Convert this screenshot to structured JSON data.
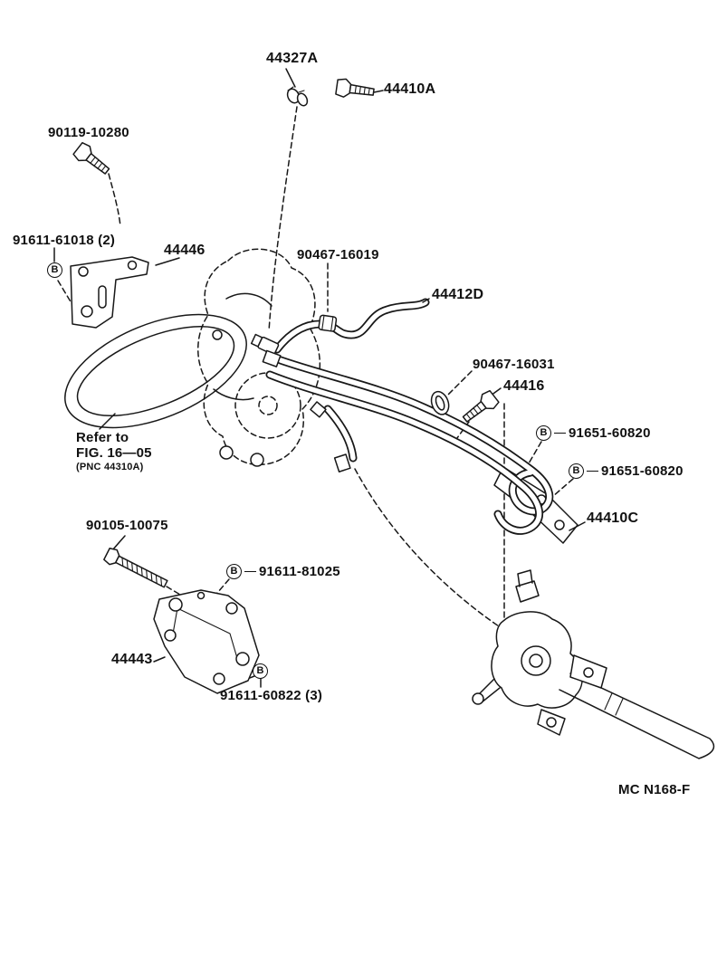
{
  "diagram": {
    "drawing_code": "MC N168-F",
    "refer_note": {
      "line1": "Refer to",
      "line2": "FIG. 16—05",
      "line3": "(PNC 44310A)"
    }
  },
  "symbols": {
    "bolt_b": "B"
  },
  "labels": {
    "p44327a": "44327A",
    "p44410a": "44410A",
    "p90119_10280": "90119-10280",
    "p91611_61018": "91611-61018 (2)",
    "p44446": "44446",
    "p90467_16019": "90467-16019",
    "p44412d": "44412D",
    "p90467_16031": "90467-16031",
    "p44416": "44416",
    "p91651_60820_a": "91651-60820",
    "p91651_60820_b": "91651-60820",
    "p44410c": "44410C",
    "p90105_10075": "90105-10075",
    "p91611_81025": "91611-81025",
    "p44443": "44443",
    "p91611_60822": "91611-60822 (3)"
  }
}
